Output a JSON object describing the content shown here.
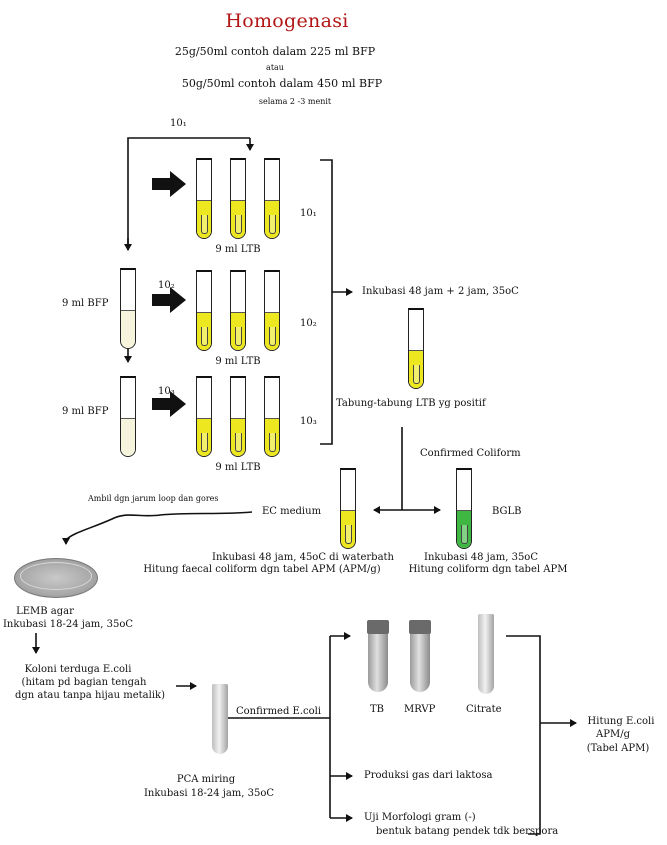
{
  "header": {
    "title": "Homogenasi",
    "line1": "25g/50ml contoh dalam 225 ml BFP",
    "line2": "atau",
    "line3": "50g/50ml contoh dalam 450 ml BFP",
    "line4": "selama 2 -3 menit"
  },
  "dilution": {
    "d1": "10₁",
    "d2": "10₂",
    "d3": "10₃",
    "bfp": "9 ml BFP",
    "ltb": "9 ml LTB"
  },
  "presumptive": {
    "incubation": "Inkubasi 48 jam + 2 jam, 35oC",
    "positive": "Tabung-tabung LTB yg positif"
  },
  "confirmed": {
    "label": "Confirmed Coliform",
    "ec": "EC medium",
    "bglb": "BGLB",
    "ec_inc1": "Inkubasi 48 jam, 45oC di waterbath",
    "ec_inc2": "Hitung faecal coliform dgn tabel APM (APM/g)",
    "bglb_inc1": "Inkubasi 48 jam, 35oC",
    "bglb_inc2": "Hitung coliform dgn tabel APM"
  },
  "streak": {
    "label": "Ambil dgn jarum loop dan gores"
  },
  "lemb": {
    "line1": "LEMB agar",
    "line2": "Inkubasi 18-24 jam, 35oC"
  },
  "colony": {
    "line1": "Koloni terduga E.coli",
    "line2": "(hitam pd bagian tengah",
    "line3": "dgn atau tanpa hijau metalik)"
  },
  "pca": {
    "line1": "PCA miring",
    "line2": "Inkubasi 18-24 jam, 35oC"
  },
  "ecoli": {
    "confirmed": "Confirmed E.coli",
    "tb": "TB",
    "mrvp": "MRVP",
    "citrate": "Citrate",
    "gas": "Produksi gas dari laktosa",
    "morph1": "Uji Morfologi gram (-)",
    "morph2": "bentuk batang pendek tdk berspora"
  },
  "result": {
    "line1": "Hitung E.coli",
    "line2": "APM/g",
    "line3": "(Tabel APM)"
  },
  "colors": {
    "title": "#b31616",
    "ltb_medium": "#ece71f",
    "bglb_medium": "#3fb843"
  }
}
